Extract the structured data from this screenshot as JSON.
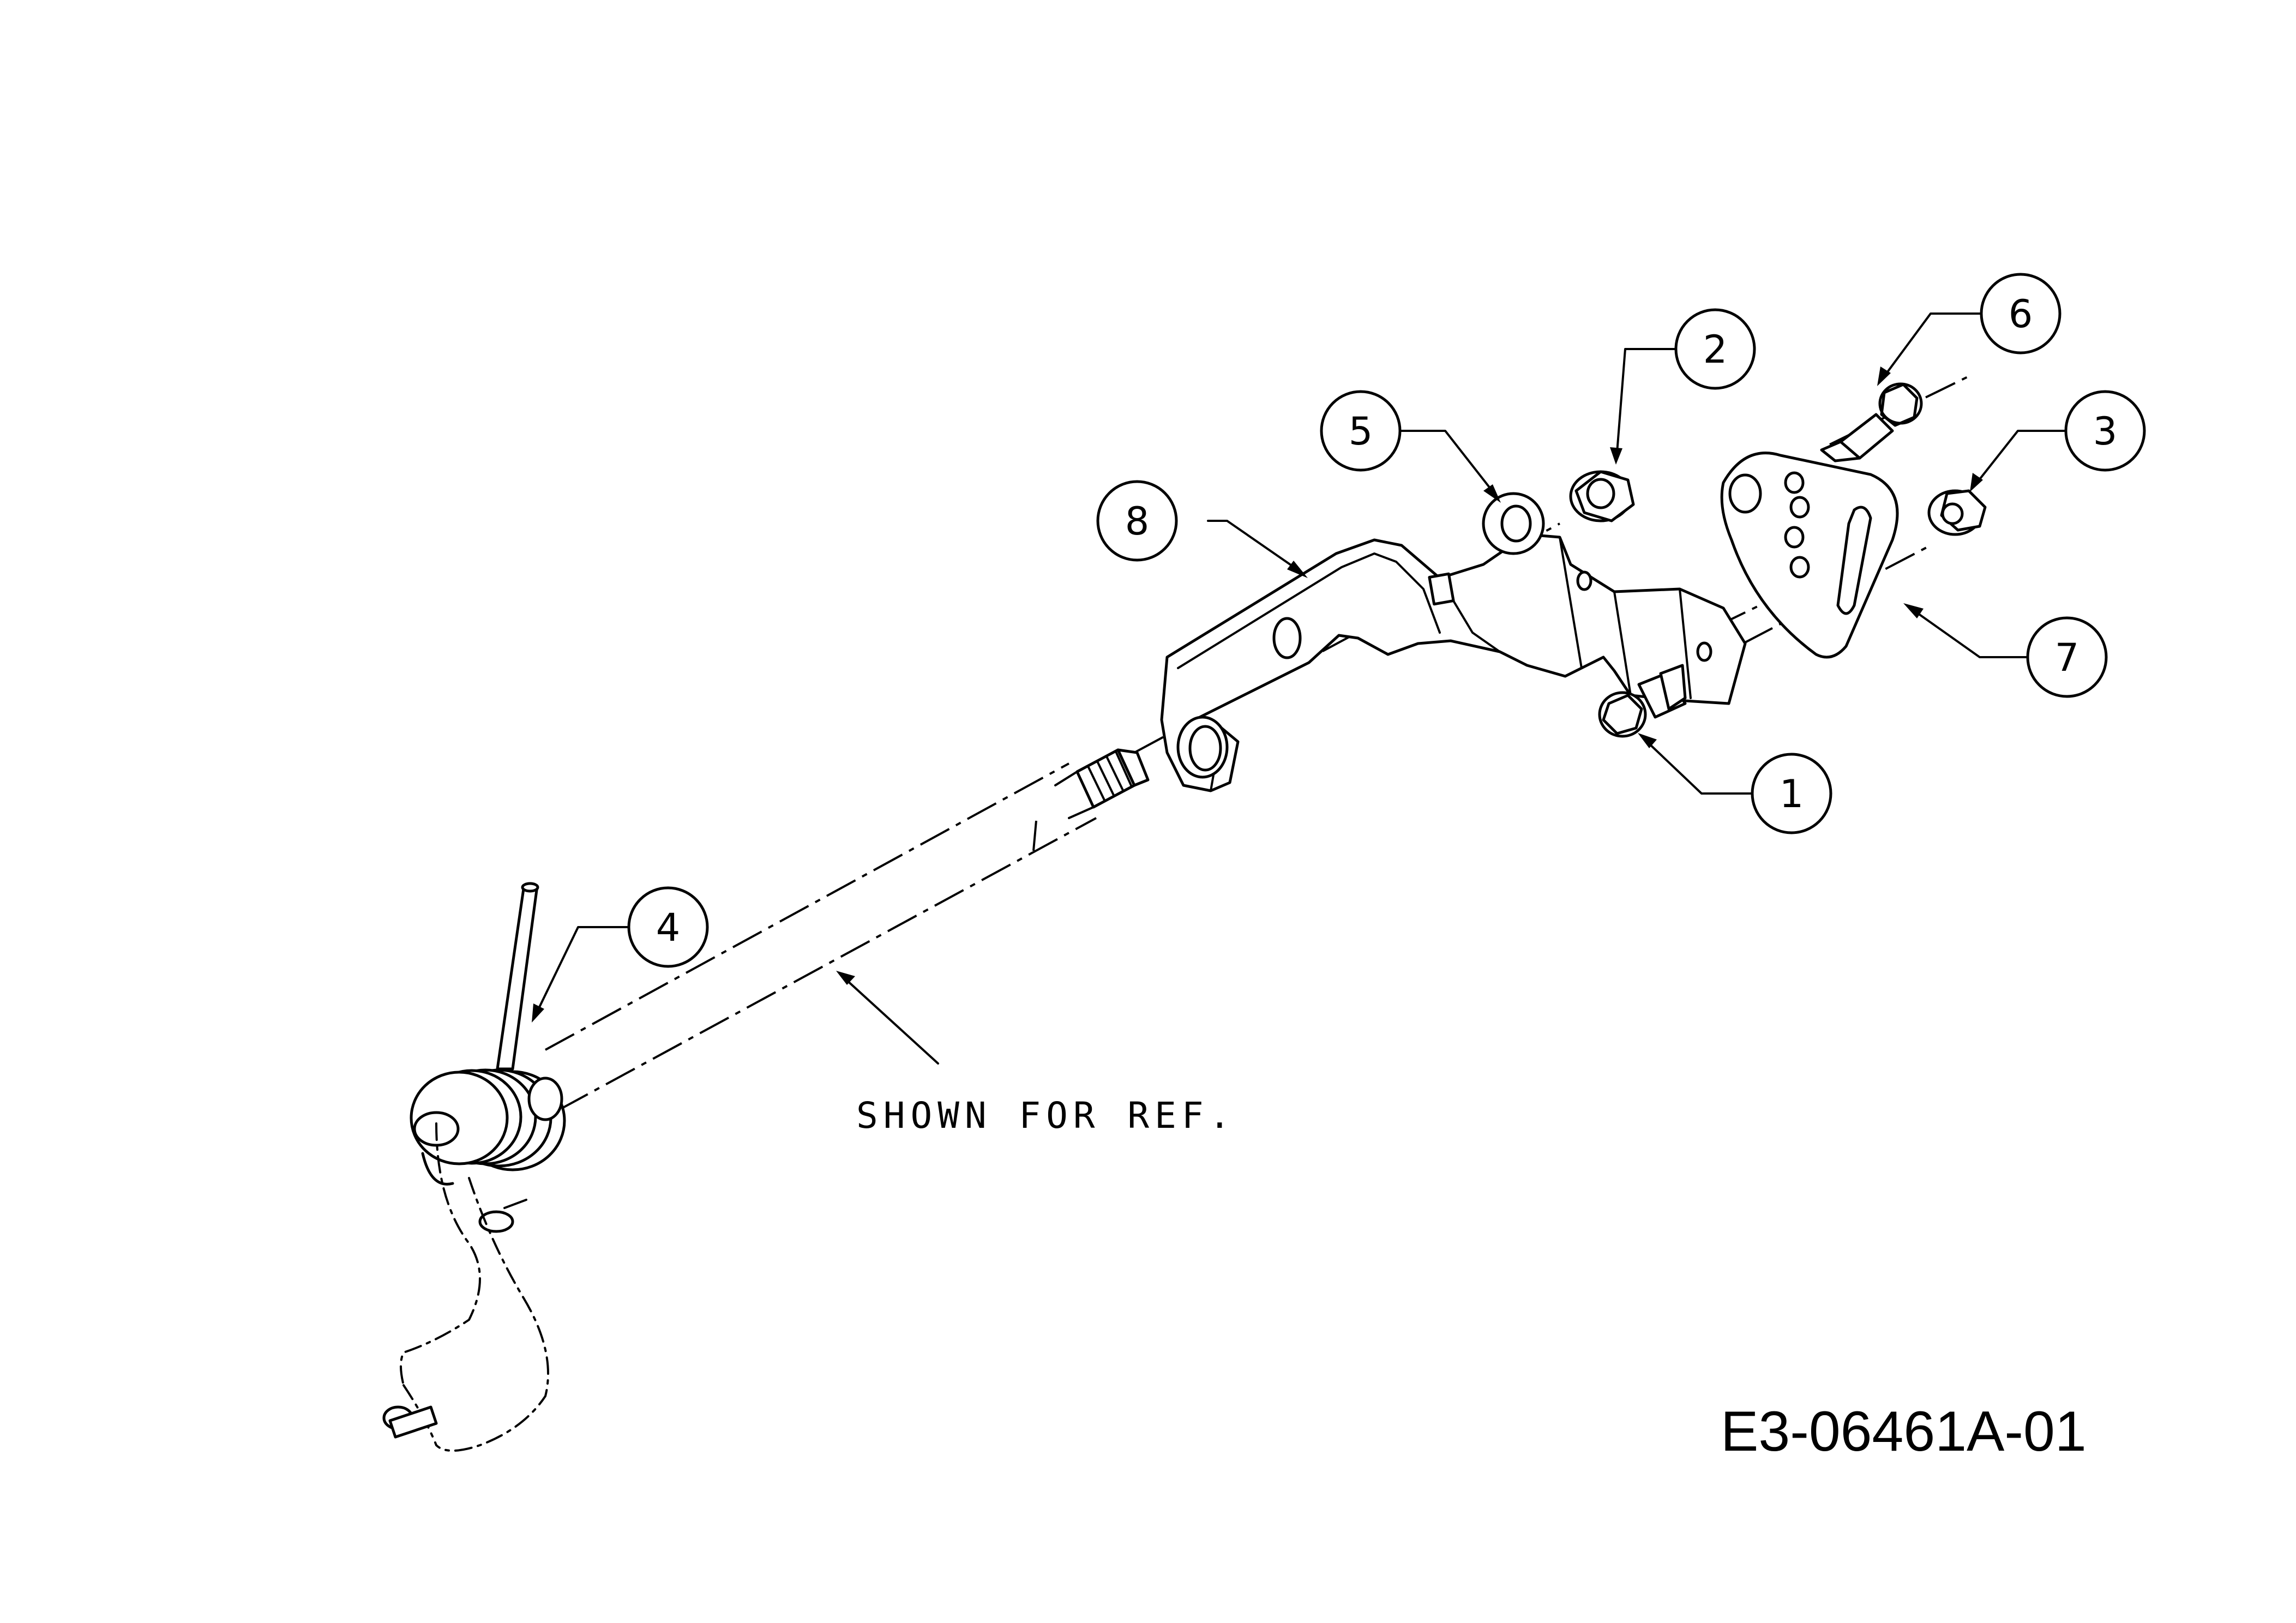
{
  "callouts": [
    {
      "id": "1",
      "label": "1"
    },
    {
      "id": "2",
      "label": "2"
    },
    {
      "id": "3",
      "label": "3"
    },
    {
      "id": "4",
      "label": "4"
    },
    {
      "id": "5",
      "label": "5"
    },
    {
      "id": "6",
      "label": "6"
    },
    {
      "id": "7",
      "label": "7"
    },
    {
      "id": "8",
      "label": "8"
    }
  ],
  "note_text": "SHOWN FOR REF.",
  "drawing_code": "E3-06461A-01"
}
